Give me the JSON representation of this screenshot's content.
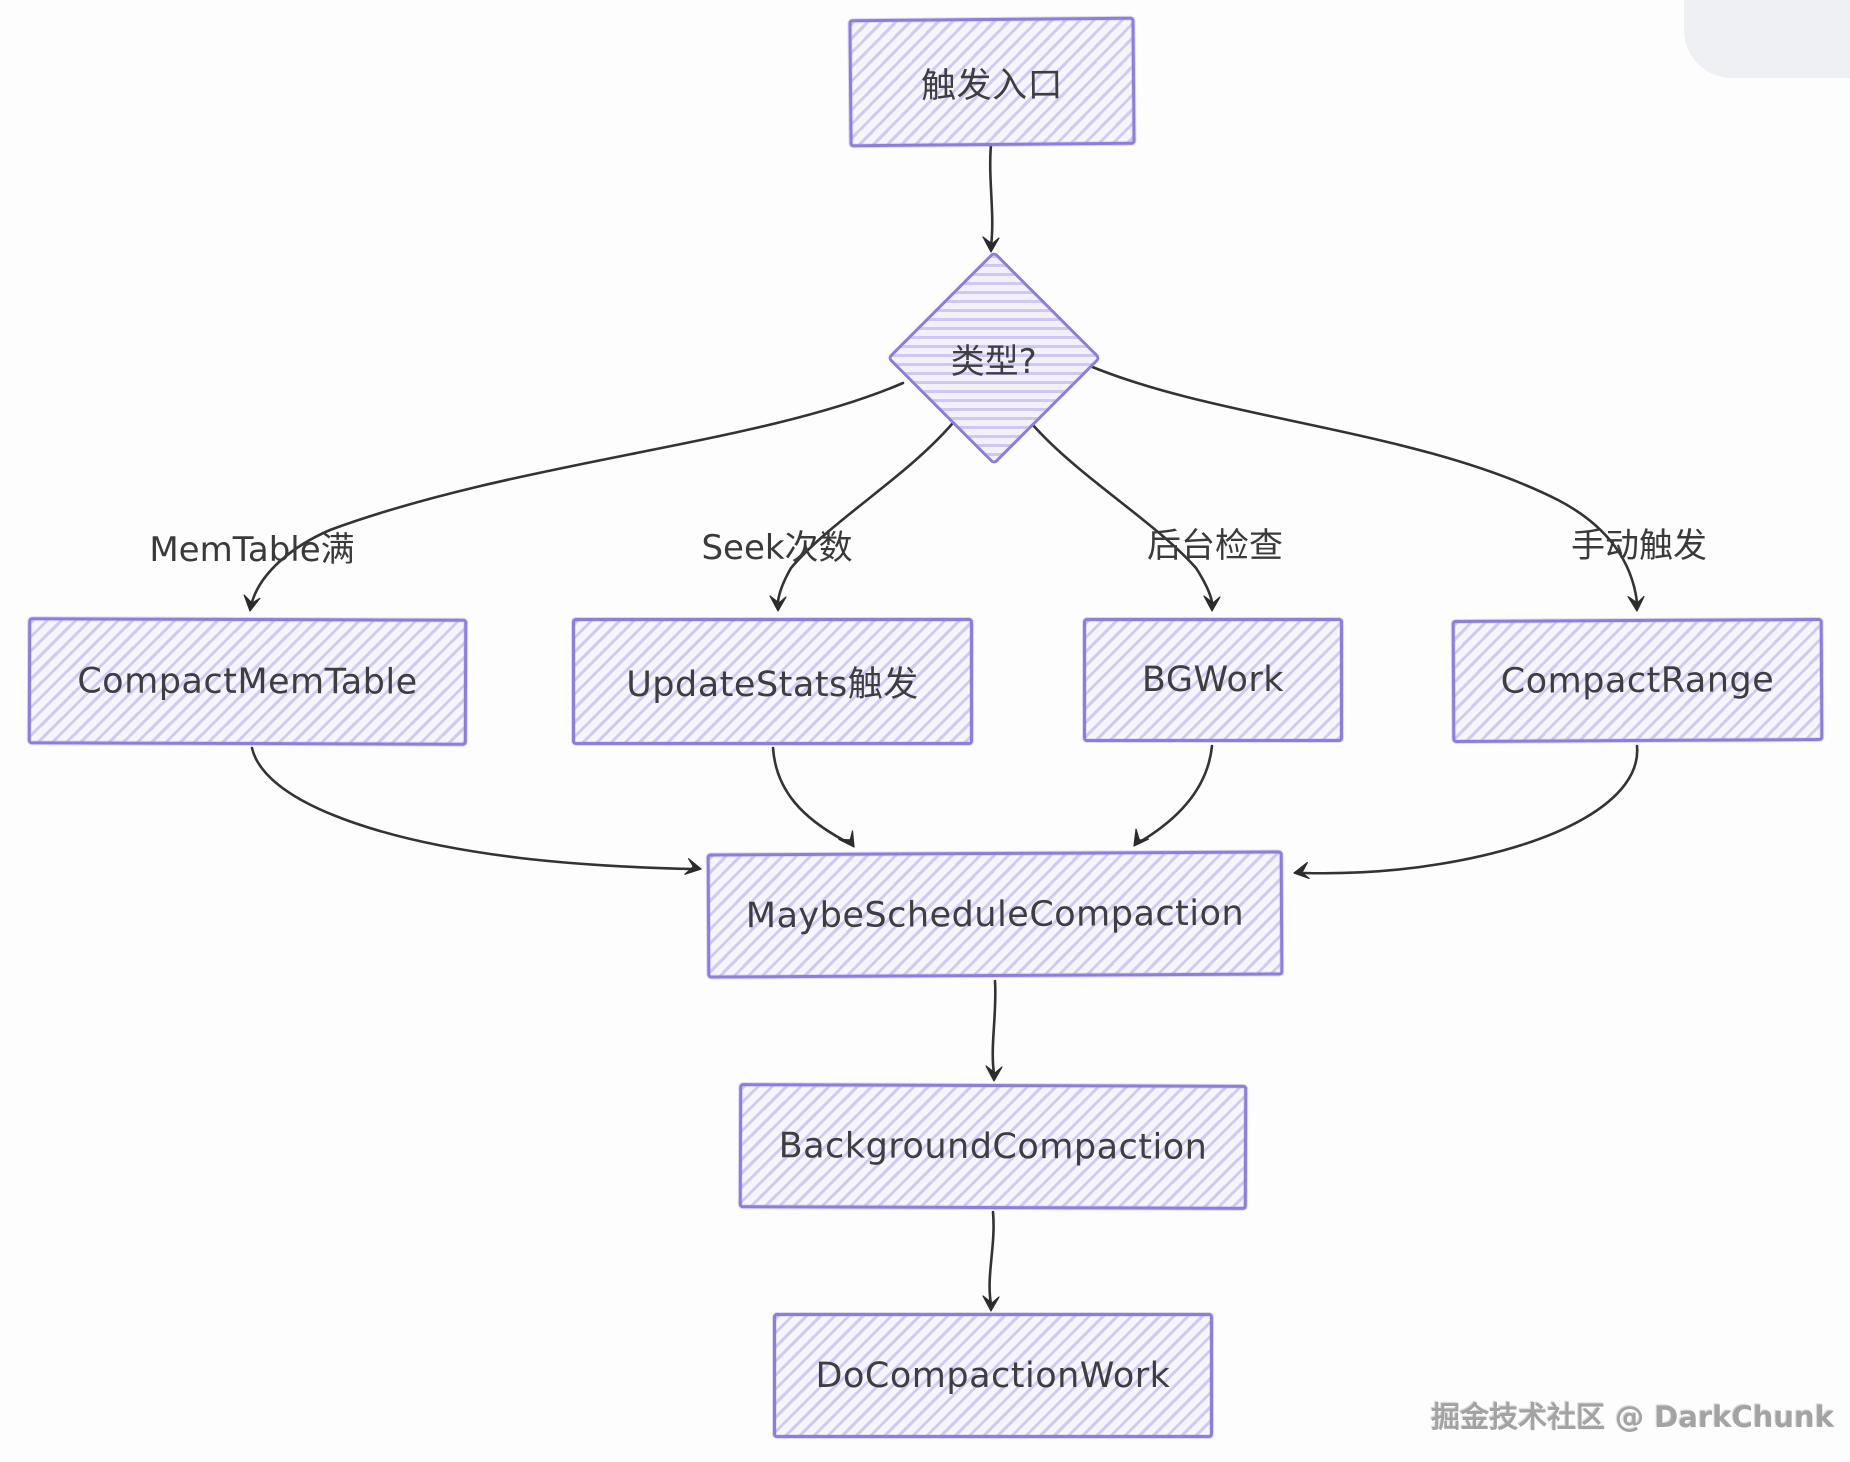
{
  "diagram": {
    "title_hint": "LevelDB compaction trigger flowchart",
    "nodes": {
      "entry": {
        "label": "触发入口",
        "shape": "rect"
      },
      "type_decision": {
        "label": "类型?",
        "shape": "diamond"
      },
      "compact_memtable": {
        "label": "CompactMemTable",
        "shape": "rect"
      },
      "update_stats": {
        "label": "UpdateStats触发",
        "shape": "rect"
      },
      "bgwork": {
        "label": "BGWork",
        "shape": "rect"
      },
      "compact_range": {
        "label": "CompactRange",
        "shape": "rect"
      },
      "maybe_schedule": {
        "label": "MaybeScheduleCompaction",
        "shape": "rect"
      },
      "background_compaction": {
        "label": "BackgroundCompaction",
        "shape": "rect"
      },
      "do_compaction_work": {
        "label": "DoCompactionWork",
        "shape": "rect"
      }
    },
    "edges": [
      {
        "from": "entry",
        "to": "type_decision"
      },
      {
        "from": "type_decision",
        "to": "compact_memtable",
        "label": "MemTable满"
      },
      {
        "from": "type_decision",
        "to": "update_stats",
        "label": "Seek次数"
      },
      {
        "from": "type_decision",
        "to": "bgwork",
        "label": "后台检查"
      },
      {
        "from": "type_decision",
        "to": "compact_range",
        "label": "手动触发"
      },
      {
        "from": "compact_memtable",
        "to": "maybe_schedule"
      },
      {
        "from": "update_stats",
        "to": "maybe_schedule"
      },
      {
        "from": "bgwork",
        "to": "maybe_schedule"
      },
      {
        "from": "compact_range",
        "to": "maybe_schedule"
      },
      {
        "from": "maybe_schedule",
        "to": "background_compaction"
      },
      {
        "from": "background_compaction",
        "to": "do_compaction_work"
      }
    ]
  },
  "watermark": {
    "text": "掘金技术社区 @ DarkChunk"
  },
  "colors": {
    "background": "#FDFDFE",
    "node_fill": "#EDEAF9",
    "node_border": "#8F7DDC",
    "arrow": "#333333",
    "node_text": "#3D3D42",
    "edge_label_text": "#3A3A3A",
    "watermark_text": "#A3A3A3"
  }
}
